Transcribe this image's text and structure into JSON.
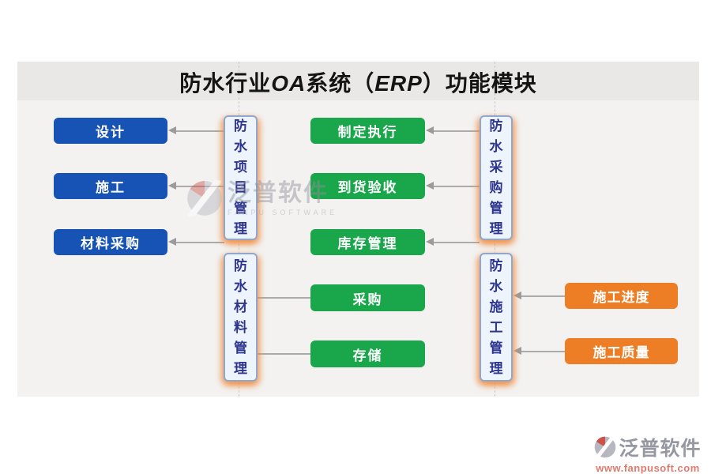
{
  "title": {
    "parts": [
      "防水行业",
      "OA",
      "系统（",
      "ERP",
      "）功能模块"
    ]
  },
  "modules": {
    "project": {
      "label": "防水项目管理",
      "children": [
        "设计",
        "施工",
        "材料采购"
      ]
    },
    "purchase": {
      "label": "防水采购管理",
      "children": [
        "制定执行",
        "到货验收",
        "库存管理"
      ]
    },
    "material": {
      "label": "防水材料管理",
      "children": [
        "采购",
        "存储"
      ]
    },
    "construction": {
      "label": "防水施工管理",
      "children": [
        "施工进度",
        "施工质量"
      ]
    }
  },
  "connections": [
    {
      "from": "防水项目管理",
      "to": "设计",
      "arrow": true
    },
    {
      "from": "防水项目管理",
      "to": "施工",
      "arrow": true
    },
    {
      "from": "防水项目管理",
      "to": "材料采购",
      "arrow": true
    },
    {
      "from": "防水采购管理",
      "to": "制定执行",
      "arrow": true
    },
    {
      "from": "防水采购管理",
      "to": "到货验收",
      "arrow": true
    },
    {
      "from": "防水采购管理",
      "to": "库存管理",
      "arrow": true
    },
    {
      "from": "防水材料管理",
      "to": "采购",
      "arrow": false
    },
    {
      "from": "防水材料管理",
      "to": "存储",
      "arrow": false
    },
    {
      "from": "施工进度",
      "to": "防水施工管理",
      "arrow": true
    },
    {
      "from": "施工质量",
      "to": "防水施工管理",
      "arrow": true
    }
  ],
  "watermark": {
    "brand": "泛普软件",
    "subtitle": "FANPU SOFTWARE"
  },
  "footer": {
    "brand": "泛普软件",
    "website": "www.fanpusoft.com"
  },
  "colors": {
    "title_text": "#141414",
    "blue_box": "#1653b4",
    "green_box": "#1aa64a",
    "orange_box": "#ee7e25",
    "vbox_fill": "#edf4fc",
    "vbox_border": "#90a7cf",
    "vbox_text": "#2d3590",
    "vbox_glow": "#f18f43",
    "canvas_bg": "#f3f2f1",
    "arrow_line": "#ababab",
    "footer_url": "#e07a6b"
  }
}
